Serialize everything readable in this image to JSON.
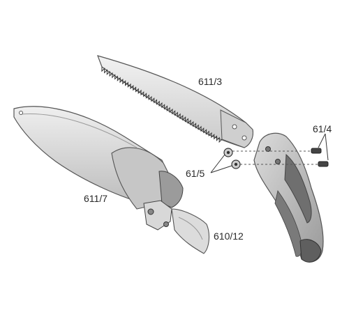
{
  "parts": {
    "blade": {
      "label": "611/3"
    },
    "screws": {
      "label": "61/4"
    },
    "nuts": {
      "label": "61/5"
    },
    "scabbard": {
      "label": "611/7"
    },
    "belt_loop": {
      "label": "610/12"
    }
  },
  "colors": {
    "metal": "#d9d9d9",
    "outline": "#555555",
    "handle_dark": "#8a8a8a",
    "handle_light": "#e6e6e6"
  }
}
